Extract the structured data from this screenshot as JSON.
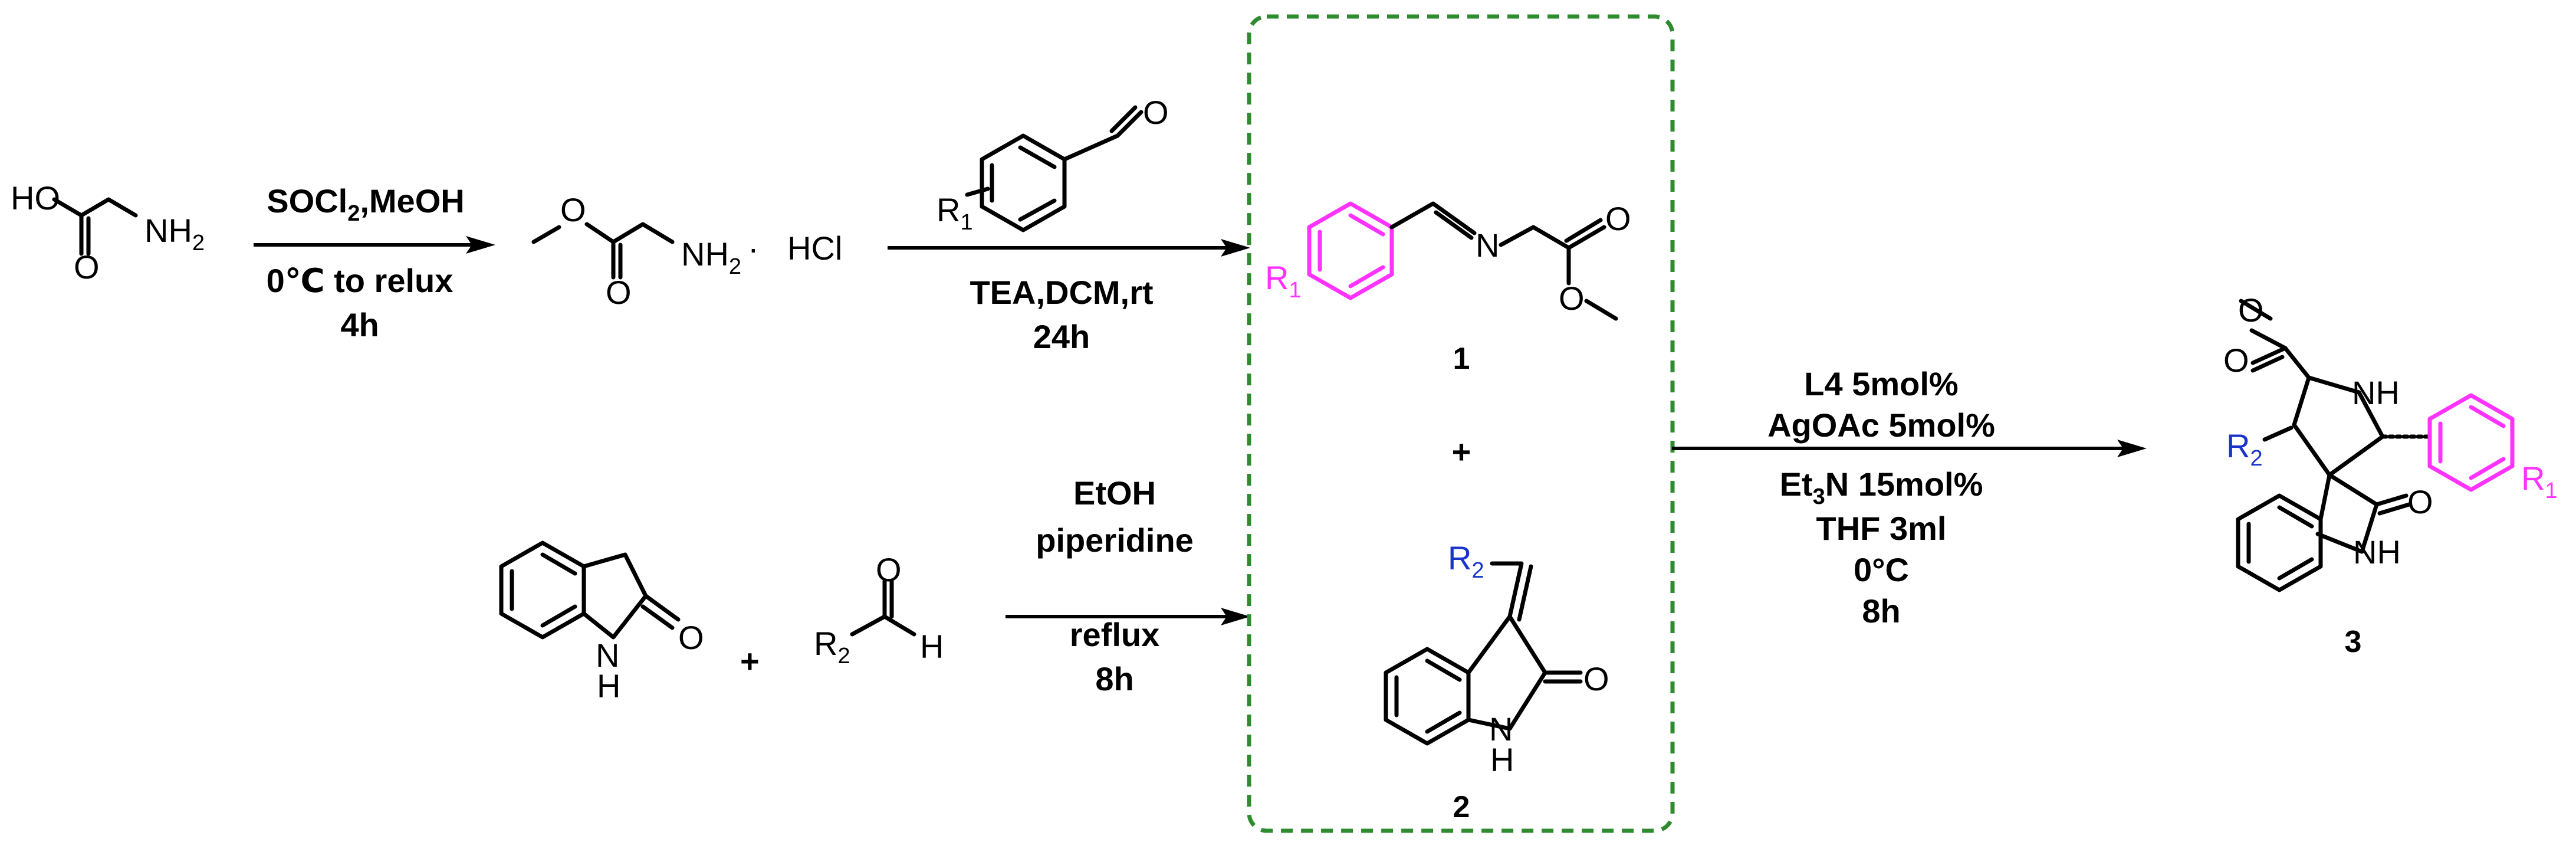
{
  "colors": {
    "highlight_aryl": "#ff33ff",
    "highlight_R2": "#1a33cc",
    "box": "#2e8b2e"
  },
  "atoms": {
    "HO": "HO",
    "O": "O",
    "NH": "NH",
    "N": "N",
    "H": "H",
    "NH2": "NH",
    "sub2": "2",
    "R": "R",
    "sub1": "1",
    "HCl": "HCl",
    "dot": "·"
  },
  "step1": {
    "reagent": "SOCl",
    "reagent_sub": "2",
    "reagent_tail": ",MeOH",
    "temp": "0℃ to relux",
    "time": "4h"
  },
  "step2": {
    "reagents": "TEA,DCM,rt",
    "time": "24h"
  },
  "step3": {
    "solvent": "EtOH",
    "base": "piperidine",
    "cond": "reflux",
    "time": "8h"
  },
  "step4": {
    "ligand": "L4 5mol%",
    "metal": "AgOAc 5mol%",
    "base_a": "Et",
    "base_sub": "3",
    "base_b": "N 15mol%",
    "solvent": "THF 3ml",
    "temp": "0°C",
    "time": "8h"
  },
  "compound_labels": {
    "c1": "1",
    "c2": "2",
    "c3": "3",
    "plus": "+"
  }
}
